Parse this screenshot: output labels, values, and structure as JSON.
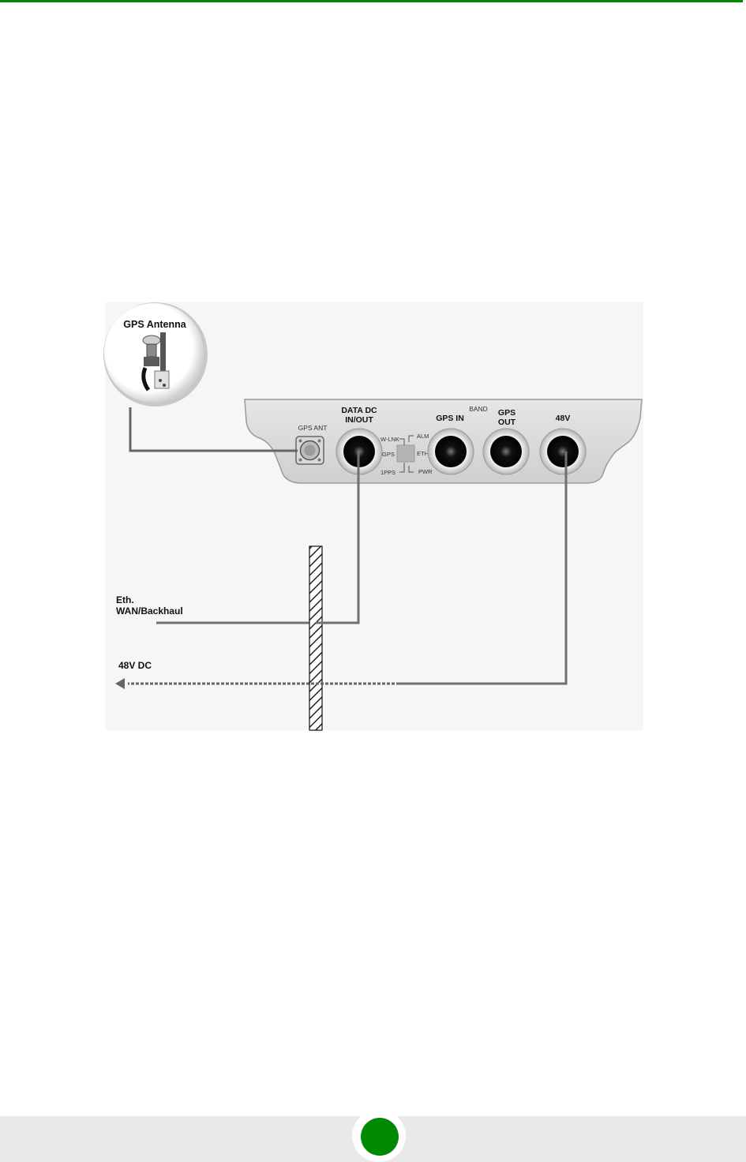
{
  "figure": {
    "gps_antenna_label": "GPS Antenna",
    "ports": {
      "gps_ant": "GPS ANT",
      "data_dc_line1": "DATA DC",
      "data_dc_line2": "IN/OUT",
      "band": "BAND",
      "gps_in": "GPS IN",
      "gps_out_line1": "GPS",
      "gps_out_line2": "OUT",
      "v48": "48V"
    },
    "leds": {
      "wlnk": "W-LNK",
      "gps": "GPS",
      "pps": "1PPS",
      "alm": "ALM",
      "eth": "ETH",
      "pwr": "PWR"
    },
    "eth_line1": "Eth.",
    "eth_line2": "WAN/Backhaul",
    "dc_label": "48V DC"
  },
  "colors": {
    "accent": "#008a00",
    "footer_bg": "#e9e9e9"
  }
}
